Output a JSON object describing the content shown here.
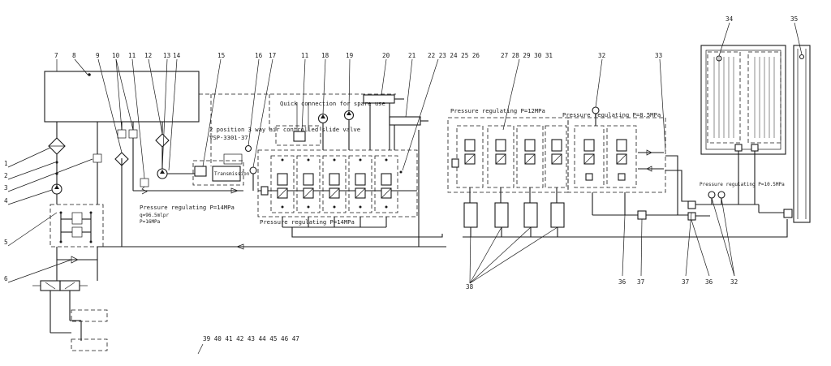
{
  "callouts": [
    "1",
    "2",
    "3",
    "4",
    "5",
    "6",
    "7",
    "8",
    "9",
    "10",
    "11",
    "12",
    "13",
    "14",
    "15",
    "16",
    "17",
    "11",
    "18",
    "19",
    "20",
    "21",
    "22 23 24 25 26",
    "27 28 29 30 31",
    "32",
    "33",
    "34",
    "35",
    "36",
    "37",
    "38",
    "39 40 41 42 43 44 45 46 47",
    "36",
    "37",
    "32"
  ],
  "annotations": {
    "pr_14_left": "Pressure regulating P=14MPa",
    "flow_q": "q=96.5mlpr",
    "p_16": "P=16MPa",
    "pr_14_mid": "Pressure regulating P=14MPa",
    "quick_connection": "Quick connection for spare use",
    "valve_desc": "2 position 3 way air controlled slide valve",
    "valve_model": "VSP-3301-37",
    "transmission": "Transmission",
    "pr_12": "Pressure regulating P=12MPa",
    "pr_8_5": "Pressure regulating P=8.5MPa",
    "pr_10_5": "Pressure regulating P=10.5MPa"
  }
}
